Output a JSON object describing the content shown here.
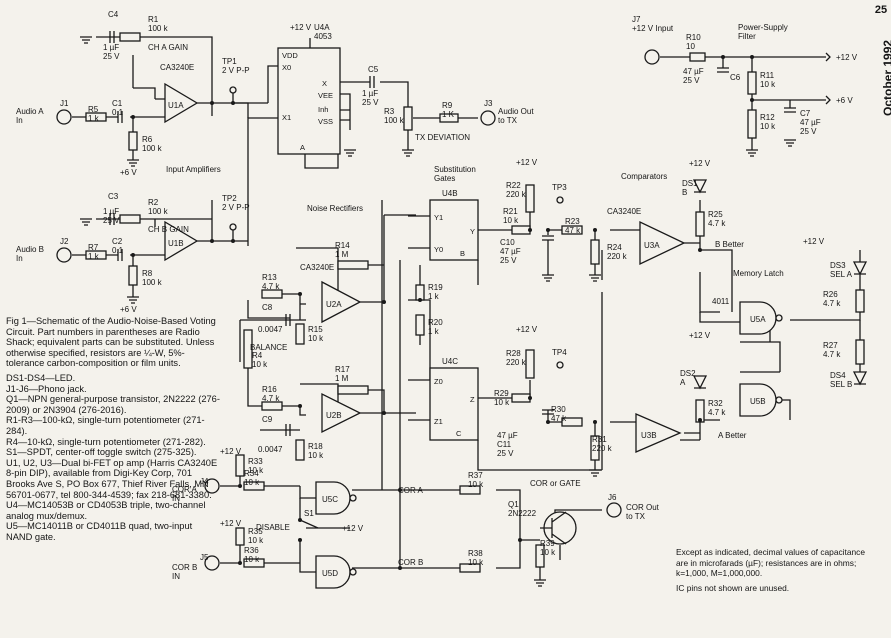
{
  "magazine": {
    "page_number": "25",
    "issue_date": "October 1992"
  },
  "sections": {
    "input_amplifiers": "Input Amplifiers",
    "noise_rectifiers": "Noise Rectifiers",
    "substitution_gates": "Substitution\nGates",
    "comparators": "Comparators",
    "memory_latch": "Memory Latch",
    "power_supply_filter": "Power-Supply\nFilter",
    "cor_or_gate": "COR or GATE"
  },
  "legend": {
    "caption": "Fig 1—Schematic of the Audio-Noise-Based Voting Circuit. Part numbers in parentheses are Radio Shack; equivalent parts can be substituted. Unless otherwise specified, resistors are ¼-W, 5%-tolerance carbon-composition or film units.",
    "items": [
      "DS1-DS4—LED.",
      "J1-J6—Phono jack.",
      "Q1—NPN general-purpose transistor, 2N2222 (276-2009) or 2N3904 (276-2016).",
      "R1-R3—100-kΩ, single-turn potentiometer (271-284).",
      "R4—10-kΩ, single-turn potentiometer (271-282).",
      "S1—SPDT, center-off toggle switch (275-325).",
      "U1, U2, U3—Dual bi-FET op amp (Harris CA3240E 8-pin DIP), available from Digi-Key Corp, 701 Brooks Ave S, PO Box 677, Thief River Falls, MN 56701-0677, tel 800-344-4539; fax 218-681-3380.",
      "U4—MC14053B or CD4053B triple, two-channel analog mux/demux.",
      "U5—MC14011B or CD4011B quad, two-input NAND gate."
    ]
  },
  "notes": [
    "Except as indicated, decimal values of capacitance are in microfarads (µF); resistances are in ohms; k=1,000, M=1,000,000.",
    "IC pins not shown are unused."
  ],
  "labels": {
    "audio_a_in": "Audio A\nIn",
    "audio_b_in": "Audio B\nIn",
    "j1": "J1",
    "j2": "J2",
    "j3": "J3",
    "j4": "J4",
    "j5": "J5",
    "j6": "J6",
    "j7": "J7",
    "r1": "R1\n100 k",
    "r2": "R2\n100 k",
    "r3": "R3\n100 k",
    "r4": "R4\n10 k",
    "r5": "R5\n1 k",
    "r6": "R6\n100 k",
    "r7": "R7\n1 k",
    "r8": "R8\n100 k",
    "r9": "R9\n1 K",
    "r10": "R10\n10",
    "r11": "R11\n10 k",
    "r12": "R12\n10 k",
    "r13": "R13\n4.7 k",
    "r14": "R14\n1 M",
    "r15": "R15\n10 k",
    "r16": "R16\n4.7 k",
    "r17": "R17\n1 M",
    "r18": "R18\n10 k",
    "r19": "R19\n1 k",
    "r20": "R20\n1 k",
    "r21": "R21\n10 k",
    "r22": "R22\n220 k",
    "r23": "R23\n47 k",
    "r24": "R24\n220 k",
    "r25": "R25\n4.7 k",
    "r26": "R26\n4.7 k",
    "r27": "R27\n4.7 k",
    "r28": "R28\n220 k",
    "r29": "R29\n10 k",
    "r30": "R30\n47 k",
    "r31": "R31\n220 k",
    "r32": "R32\n4.7 k",
    "r33": "R33\n10 k",
    "r34": "R34\n10 k",
    "r35": "R35\n10 k",
    "r36": "R36\n10 k",
    "r37": "R37\n10 k",
    "r38": "R38\n10 k",
    "r39": "R39\n10 k",
    "c1": "C1\n0.1",
    "c2": "C2\n0.1",
    "c3": "C3",
    "c3v": "1 µF\n25 V",
    "c4": "C4",
    "c4v": "1 µF\n25 V",
    "c5": "C5",
    "c5v": "1 µF\n25 V",
    "c6": "47 µF\n25 V",
    "c6n": "C6",
    "c7": "C7\n47 µF\n25 V",
    "c8": "C8",
    "c8v": "0.0047",
    "c9": "C9",
    "c9v": "0.0047",
    "c10": "C10\n47 µF\n25 V",
    "c11": "47 µF\nC11\n25 V",
    "u1a": "U1A",
    "u1b": "U1B",
    "u2a": "U2A",
    "u2b": "U2B",
    "u3a": "U3A",
    "u3b": "U3B",
    "u4a": "U4A\n4053",
    "u4b": "U4B",
    "u4c": "U4C",
    "u5a": "U5A",
    "u5b": "U5B",
    "u5c": "U5C",
    "u5d": "U5D",
    "ca3240e": "CA3240E",
    "n4011": "4011",
    "ch_a_gain": "CH A GAIN",
    "ch_b_gain": "CH B GAIN",
    "balance": "BALANCE",
    "tx_deviation": "TX DEVIATION",
    "tp1": "TP1\n2 V P-P",
    "tp2": "TP2\n2 V P-P",
    "tp3": "TP3",
    "tp4": "TP4",
    "audio_out": "Audio Out\nto TX",
    "cor_out": "COR Out\nto TX",
    "j7_in": "J7\n+12 V Input",
    "plus12": "+12 V",
    "plus6": "+6 V",
    "ds1": "DS1\nB",
    "ds2": "DS2\nA",
    "ds3": "DS3\nSEL A",
    "ds4": "DS4\nSEL B",
    "b_better": "B Better",
    "a_better": "A Better",
    "cor_a_in": "COR A\nIN",
    "cor_b_in": "COR B\nIN",
    "cor_a": "COR A",
    "cor_b": "COR B",
    "disable": "DISABLE",
    "s1": "S1",
    "q1": "Q1\n2N2222",
    "vdd": "VDD",
    "vee": "VEE",
    "inh": "Inh",
    "vss": "VSS",
    "x0": "X0",
    "x1": "X1",
    "x": "X",
    "y": "Y",
    "y0": "Y0",
    "y1": "Y1",
    "z": "Z",
    "z0": "Z0",
    "z1": "Z1",
    "a": "A",
    "b": "B",
    "c": "C"
  }
}
